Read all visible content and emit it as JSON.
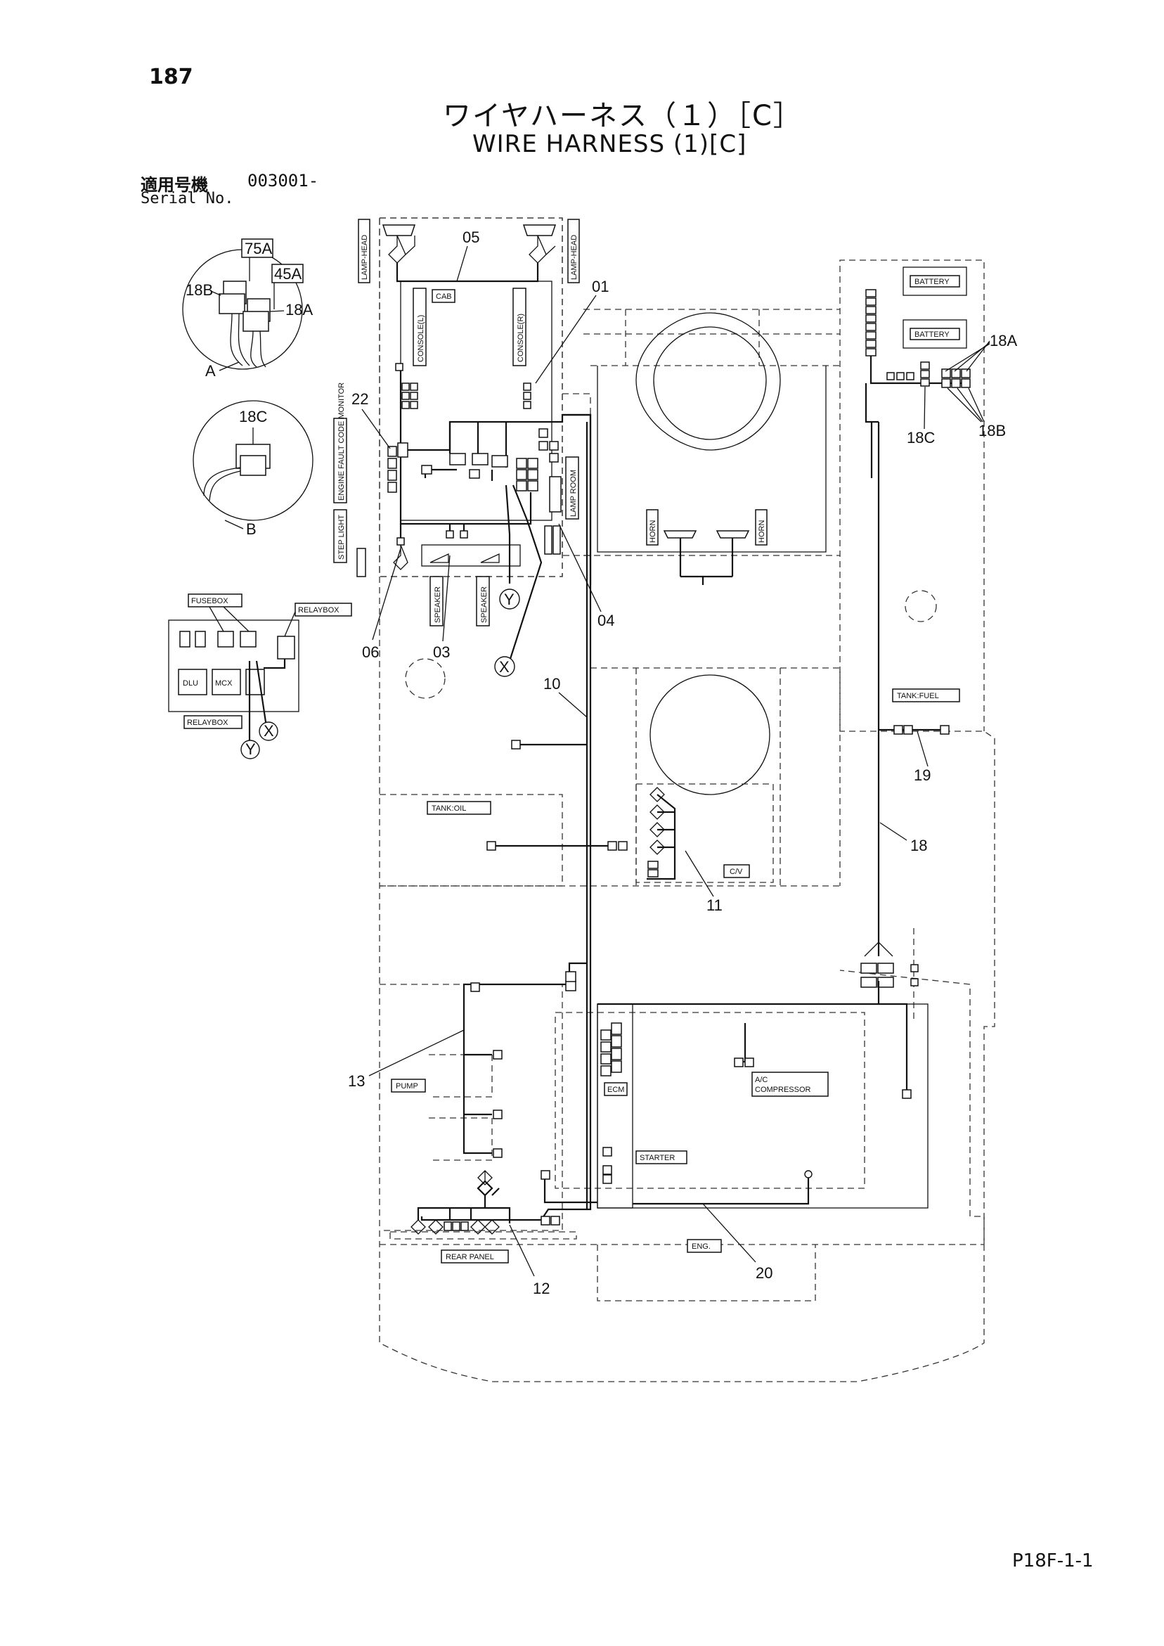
{
  "header": {
    "page_number": "187",
    "title_jp": "ワイヤハーネス（１）［C］",
    "title_en": "WIRE HARNESS (1)[C]",
    "serial_label_jp": "適用号機",
    "serial_label_en": "Serial No.",
    "serial_value": "003001-"
  },
  "footer": {
    "doc_code": "P18F-1-1"
  },
  "detail_a": {
    "fuse_75": "75A",
    "fuse_45": "45A",
    "lbl_18b": "18B",
    "lbl_18a": "18A",
    "letter": "A"
  },
  "detail_b": {
    "lbl_18c": "18C",
    "letter": "B"
  },
  "component_labels": {
    "lamp_head_l": "LAMP-HEAD",
    "lamp_head_r": "LAMP-HEAD",
    "cab": "CAB",
    "console_l": "CONSOLE(L)",
    "console_r": "CONSOLE(R)",
    "engine_fault": "ENGINE FAULT CODE MONITOR",
    "step_light": "STEP LIGHT",
    "speaker_1": "SPEAKER",
    "speaker_2": "SPEAKER",
    "lamp_room": "LAMP ROOM",
    "horn_l": "HORN",
    "horn_r": "HORN",
    "battery_1": "BATTERY",
    "battery_2": "BATTERY",
    "fusebox": "FUSEBOX",
    "relaybox_1": "RELAYBOX",
    "relaybox_2": "RELAYBOX",
    "dlu": "DLU",
    "mcx": "MCX",
    "tank_fuel": "TANK:FUEL",
    "tank_oil": "TANK:OIL",
    "cv": "C/V",
    "pump": "PUMP",
    "ecm": "ECM",
    "ac_compressor_1": "A/C",
    "ac_compressor_2": "COMPRESSOR",
    "starter": "STARTER",
    "eng": "ENG.",
    "rear_panel": "REAR PANEL"
  },
  "callouts": {
    "c05": "05",
    "c01": "01",
    "c22": "22",
    "c06": "06",
    "c03": "03",
    "c04": "04",
    "c10": "10",
    "c11": "11",
    "c13": "13",
    "c12": "12",
    "c20": "20",
    "c18": "18",
    "c19": "19",
    "c18a": "18A",
    "c18b": "18B",
    "c18c": "18C",
    "x1": "X",
    "y1": "Y",
    "x2": "X",
    "y2": "Y"
  }
}
